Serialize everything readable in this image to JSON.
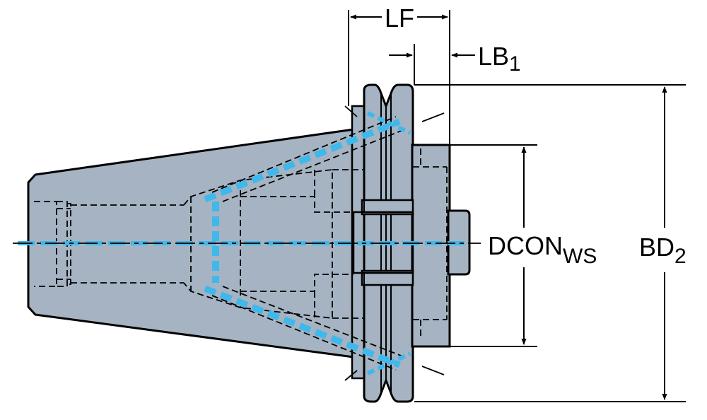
{
  "colors": {
    "body_fill": "#a5b3c2",
    "outline": "#000000",
    "coolant": "#3fb8ec",
    "background": "#ffffff"
  },
  "dimensions": {
    "lf": {
      "main": "LF",
      "sub": ""
    },
    "lb": {
      "main": "LB",
      "sub": "1"
    },
    "dcon": {
      "main": "DCON",
      "sub": "WS"
    },
    "bd": {
      "main": "BD",
      "sub": "2"
    }
  }
}
